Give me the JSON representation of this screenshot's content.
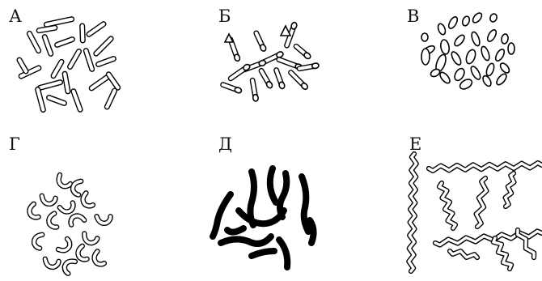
{
  "panels": [
    {
      "id": "A",
      "label": "А"
    },
    {
      "id": "B",
      "label": "Б"
    },
    {
      "id": "V",
      "label": "В"
    },
    {
      "id": "G",
      "label": "Г"
    },
    {
      "id": "D",
      "label": "Д"
    },
    {
      "id": "E",
      "label": "Е"
    }
  ]
}
